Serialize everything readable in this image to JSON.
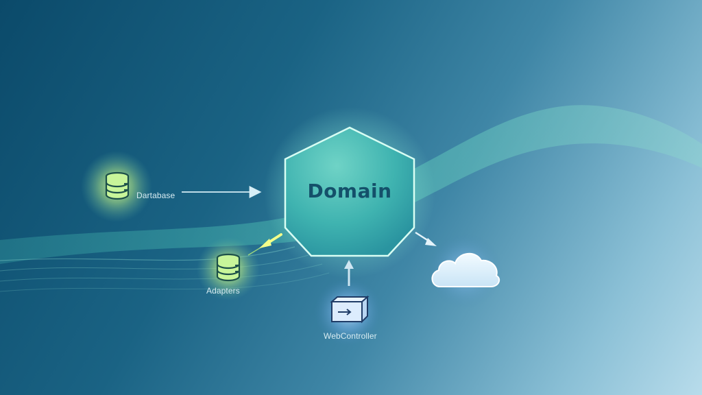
{
  "nodes": {
    "domain": {
      "label": "Domain"
    },
    "database": {
      "label": "Dartabase",
      "icon": "database-icon"
    },
    "adapters": {
      "label": "Adapters",
      "icon": "database-icon"
    },
    "web_controller": {
      "label": "WebController",
      "icon": "controller-box-icon"
    },
    "cloud": {
      "icon": "cloud-icon"
    }
  },
  "colors": {
    "background_dark": "#0b4a6a",
    "background_light": "#b8dceb",
    "domain_fill": "#3fb3b0",
    "domain_text": "#14506a",
    "glow_green": "#c6f28a",
    "cloud_fill": "#dff0fb",
    "controller_glow": "#9fd0ff"
  }
}
